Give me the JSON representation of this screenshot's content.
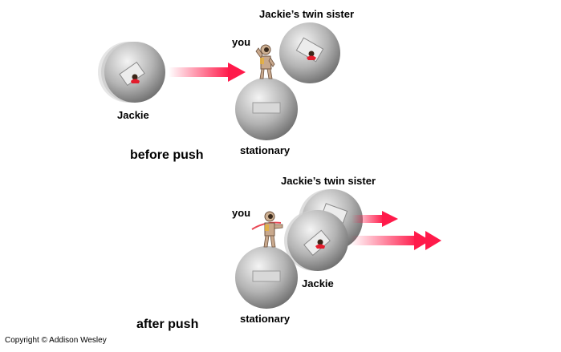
{
  "before": {
    "twin_label": "Jackie’s twin sister",
    "you_label": "you",
    "jackie_label": "Jackie",
    "stationary_label": "stationary",
    "caption": "before push"
  },
  "after": {
    "twin_label": "Jackie’s twin sister",
    "you_label": "you",
    "jackie_label": "Jackie",
    "stationary_label": "stationary",
    "caption": "after push"
  },
  "copyright": "Copyright © Addison Wesley",
  "colors": {
    "sphere_light": "#e8e8e8",
    "sphere_dark": "#6e6e6e",
    "arrow": "#ff1a4a",
    "suit": "#c8a88c"
  }
}
